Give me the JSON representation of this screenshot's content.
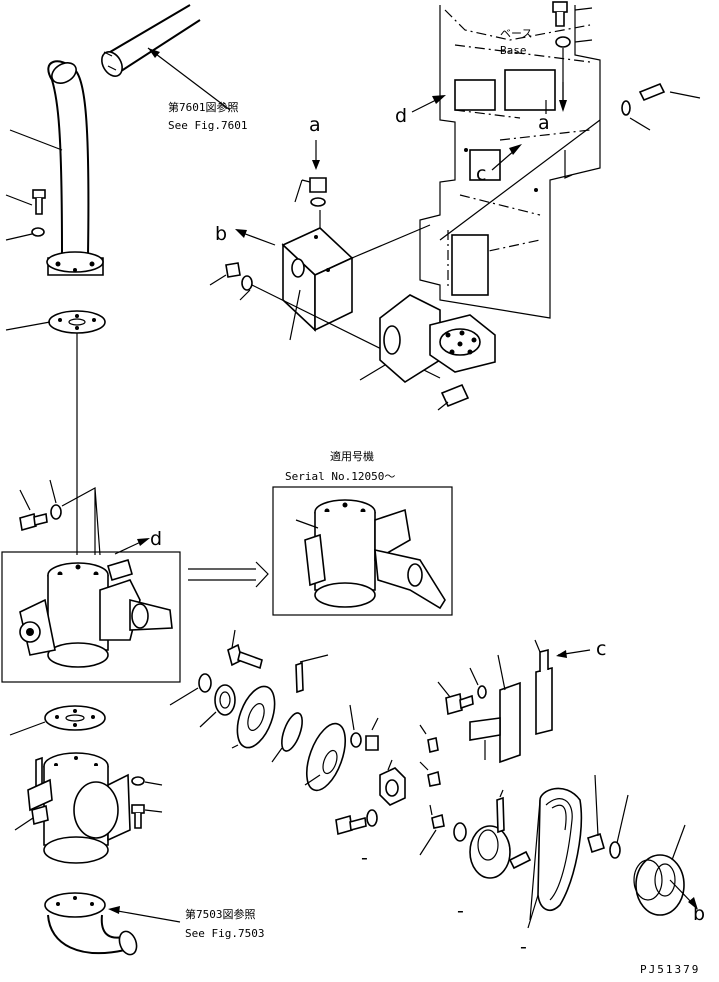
{
  "references": {
    "fig7601_jp": "第7601図参照",
    "fig7601_en": "See Fig.7601",
    "fig7503_jp": "第7503図参照",
    "fig7503_en": "See Fig.7503"
  },
  "base": {
    "label_jp": "ベース",
    "label_en": "Base"
  },
  "serial": {
    "label_jp": "適用号機",
    "label_en": "Serial No.12050〜"
  },
  "callouts": {
    "a_top": "a",
    "a_base": "a",
    "b_box": "b",
    "b_bottom": "b",
    "c_base": "c",
    "c_bracket": "c",
    "d_base": "d",
    "d_valve": "d"
  },
  "dashes": {
    "dash_1": "-",
    "dash_2": "-",
    "dash_3": "-"
  },
  "drawing_code": "PJ51379"
}
